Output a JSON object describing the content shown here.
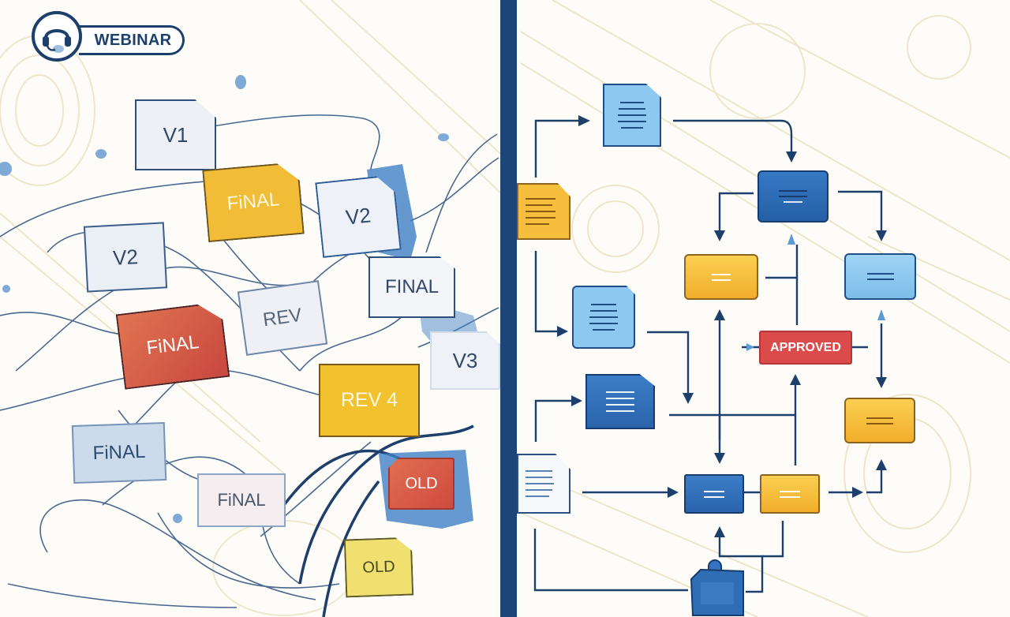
{
  "badge": {
    "label": "WEBINAR",
    "icon": "headset-icon"
  },
  "colors": {
    "divider": "#1d4576",
    "navy": "#1d3f6b",
    "gold": "#f2c12e",
    "red": "#dc4b4b",
    "light_blue": "#8cc8ef",
    "mid_blue": "#2f6db5",
    "paper": "#eef1f6",
    "background_sketch": "#efe9d2"
  },
  "left_panel": {
    "theme": "chaotic document versions",
    "documents": [
      {
        "label": "V1",
        "style": "paper"
      },
      {
        "label": "FiNAL",
        "style": "gold"
      },
      {
        "label": "V2",
        "style": "paper-blue-folder"
      },
      {
        "label": "V2",
        "style": "paper"
      },
      {
        "label": "FINAL",
        "style": "paper"
      },
      {
        "label": "FiNAL",
        "style": "red"
      },
      {
        "label": "REV",
        "style": "paper"
      },
      {
        "label": "V3",
        "style": "paper"
      },
      {
        "label": "REV 4",
        "style": "gold"
      },
      {
        "label": "FiNAL",
        "style": "light-blue-folder"
      },
      {
        "label": "FiNAL",
        "style": "pink-folder"
      },
      {
        "label": "OLD",
        "style": "red"
      },
      {
        "label": "OLD",
        "style": "yellow"
      }
    ]
  },
  "right_panel": {
    "theme": "organized approval workflow",
    "status_label": "APPROVED",
    "nodes": [
      "gold-document",
      "light-blue-document",
      "navy-box-top",
      "gold-box-left",
      "light-blue-box-right",
      "approved-badge",
      "light-blue-document-mid",
      "navy-document",
      "gold-box-lower-right",
      "white-document",
      "navy-box-bottom",
      "gold-box-bottom",
      "thumbs-up-block"
    ]
  }
}
